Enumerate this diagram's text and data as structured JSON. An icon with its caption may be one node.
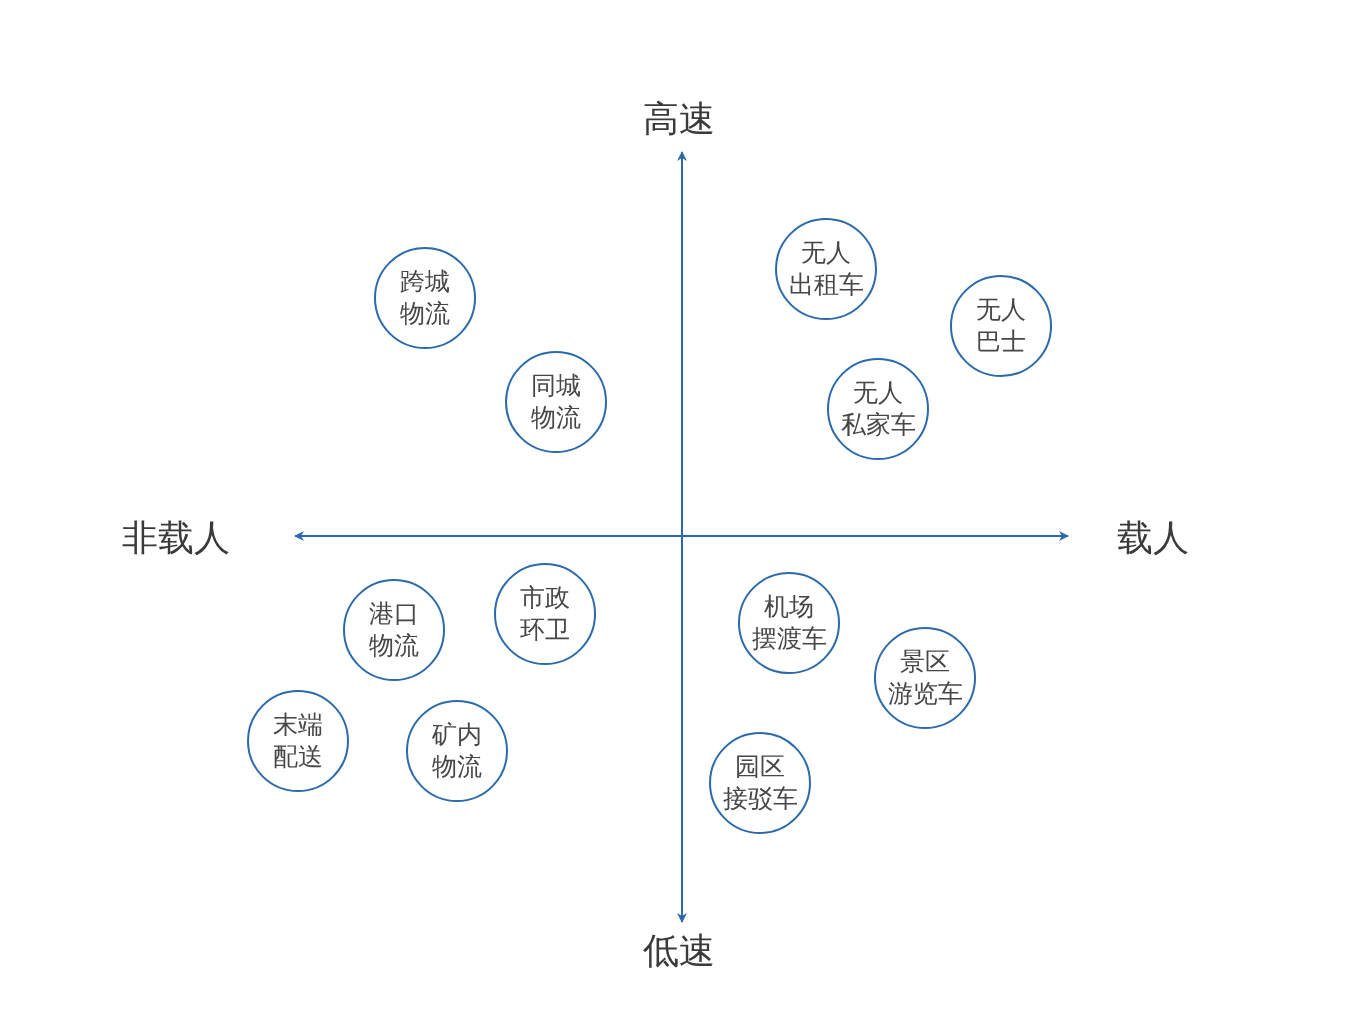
{
  "diagram": {
    "nodes": [
      {
        "text": [
          "跨城物流"
        ]
      },
      {
        "text": [
          "无人出租车"
        ]
      },
      {
        "text": [
          "无人巴士"
        ]
      },
      {
        "text": [
          "同城物流"
        ]
      },
      {
        "text": [
          "无人私家车"
        ]
      },
      {
        "text": [
          "港口物流"
        ]
      },
      {
        "text": [
          "市政环卫"
        ]
      },
      {
        "text": [
          "机场摆渡车"
        ]
      },
      {
        "text": [
          "景区游览车"
        ]
      },
      {
        "text": [
          "末端配送"
        ]
      },
      {
        "text": [
          "矿内物流"
        ]
      },
      {
        "text": [
          "园区接驳车"
        ]
      }
    ],
    "edges": [],
    "labels": [
      "高速",
      "非载人",
      "载人",
      "低速"
    ]
  }
}
